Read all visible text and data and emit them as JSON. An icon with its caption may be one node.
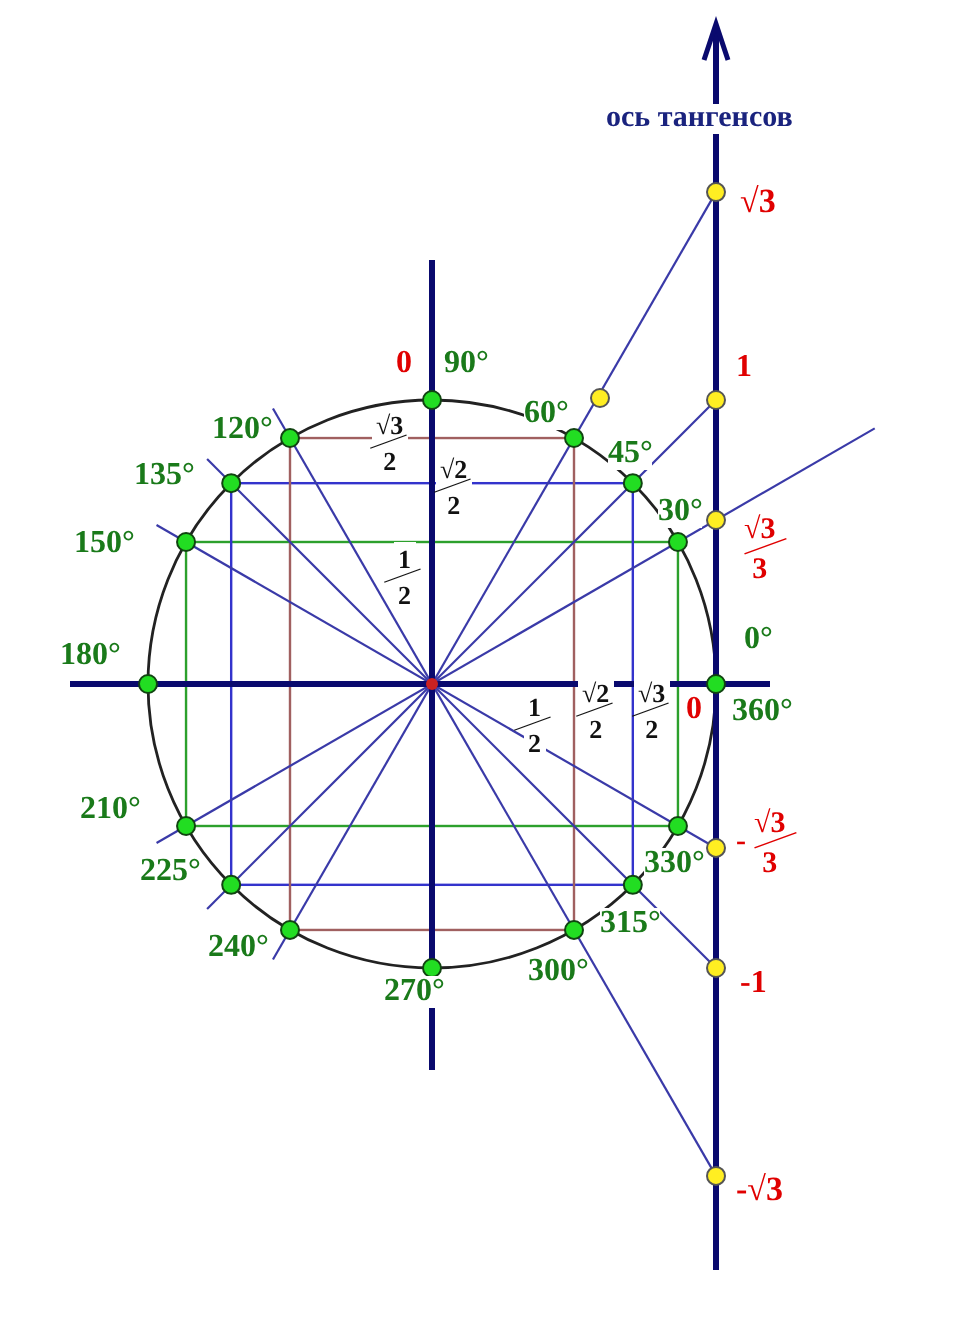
{
  "diagram": {
    "labels": [
      "ось тангенсов",
      "√3",
      "0",
      "90°",
      "60°",
      "1",
      "120°",
      "√3/2",
      "45°",
      "135°",
      "√2/2",
      "30°",
      "√3/3",
      "150°",
      "1/2",
      "180°",
      "0°",
      "1/2",
      "√2/2",
      "√3/2",
      "0",
      "360°",
      "210°",
      "330°",
      "-√3/3",
      "225°",
      "315°",
      "240°",
      "-1",
      "300°",
      "270°",
      "-√3"
    ]
  }
}
